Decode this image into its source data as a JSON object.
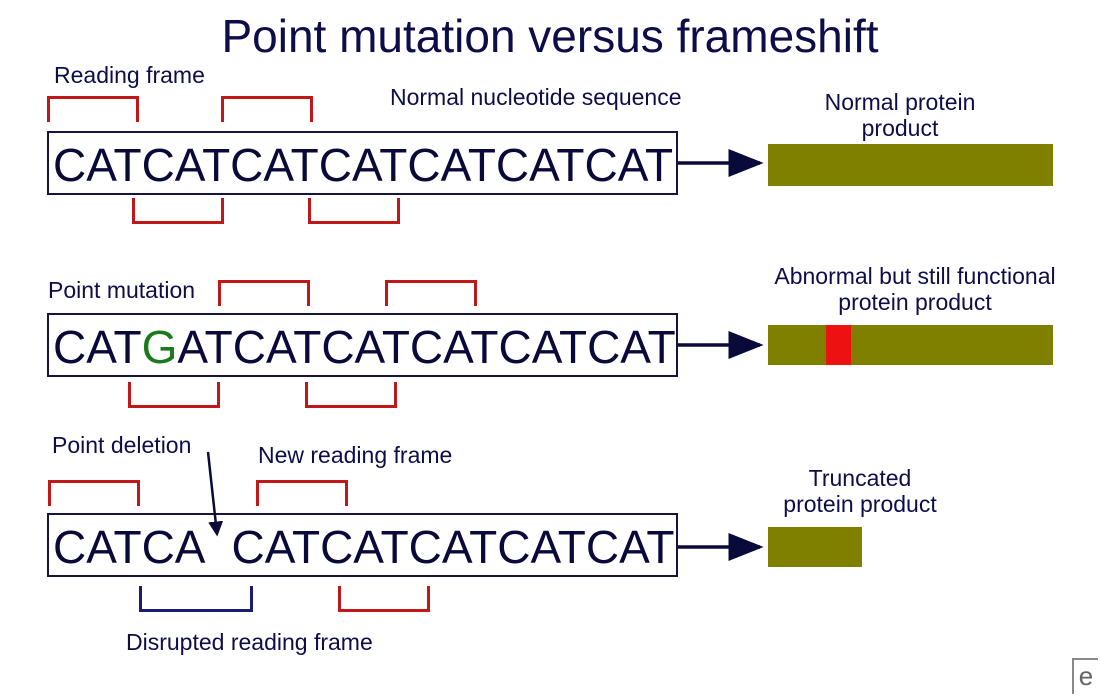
{
  "title": "Point mutation versus frameshift",
  "rows": [
    {
      "label_left": "Reading frame",
      "label_center": "Normal nucleotide sequence",
      "sequence": "CATCATCATCATCATCATCAT",
      "product_label": "Normal protein\nproduct"
    },
    {
      "label_left": "Point mutation",
      "sequence_pre": "CAT",
      "sequence_mut": "G",
      "sequence_post": "ATCATCATCATCATCAT",
      "product_label": "Abnormal but still functional\nprotein product"
    },
    {
      "label_left": "Point deletion",
      "label_center": "New reading frame",
      "sequence_pre": "CATCA",
      "sequence_post": "CATCATCATCATCAT",
      "label_bottom": "Disrupted reading frame",
      "product_label": "Truncated\nprotein product"
    }
  ],
  "colors": {
    "bracket": "#c01818",
    "bracket_disrupted": "#1a1a7a",
    "protein": "#808000",
    "mutation_mark": "#ee1111",
    "mutated_base": "#1b7a1b"
  },
  "corner_badge": "e"
}
